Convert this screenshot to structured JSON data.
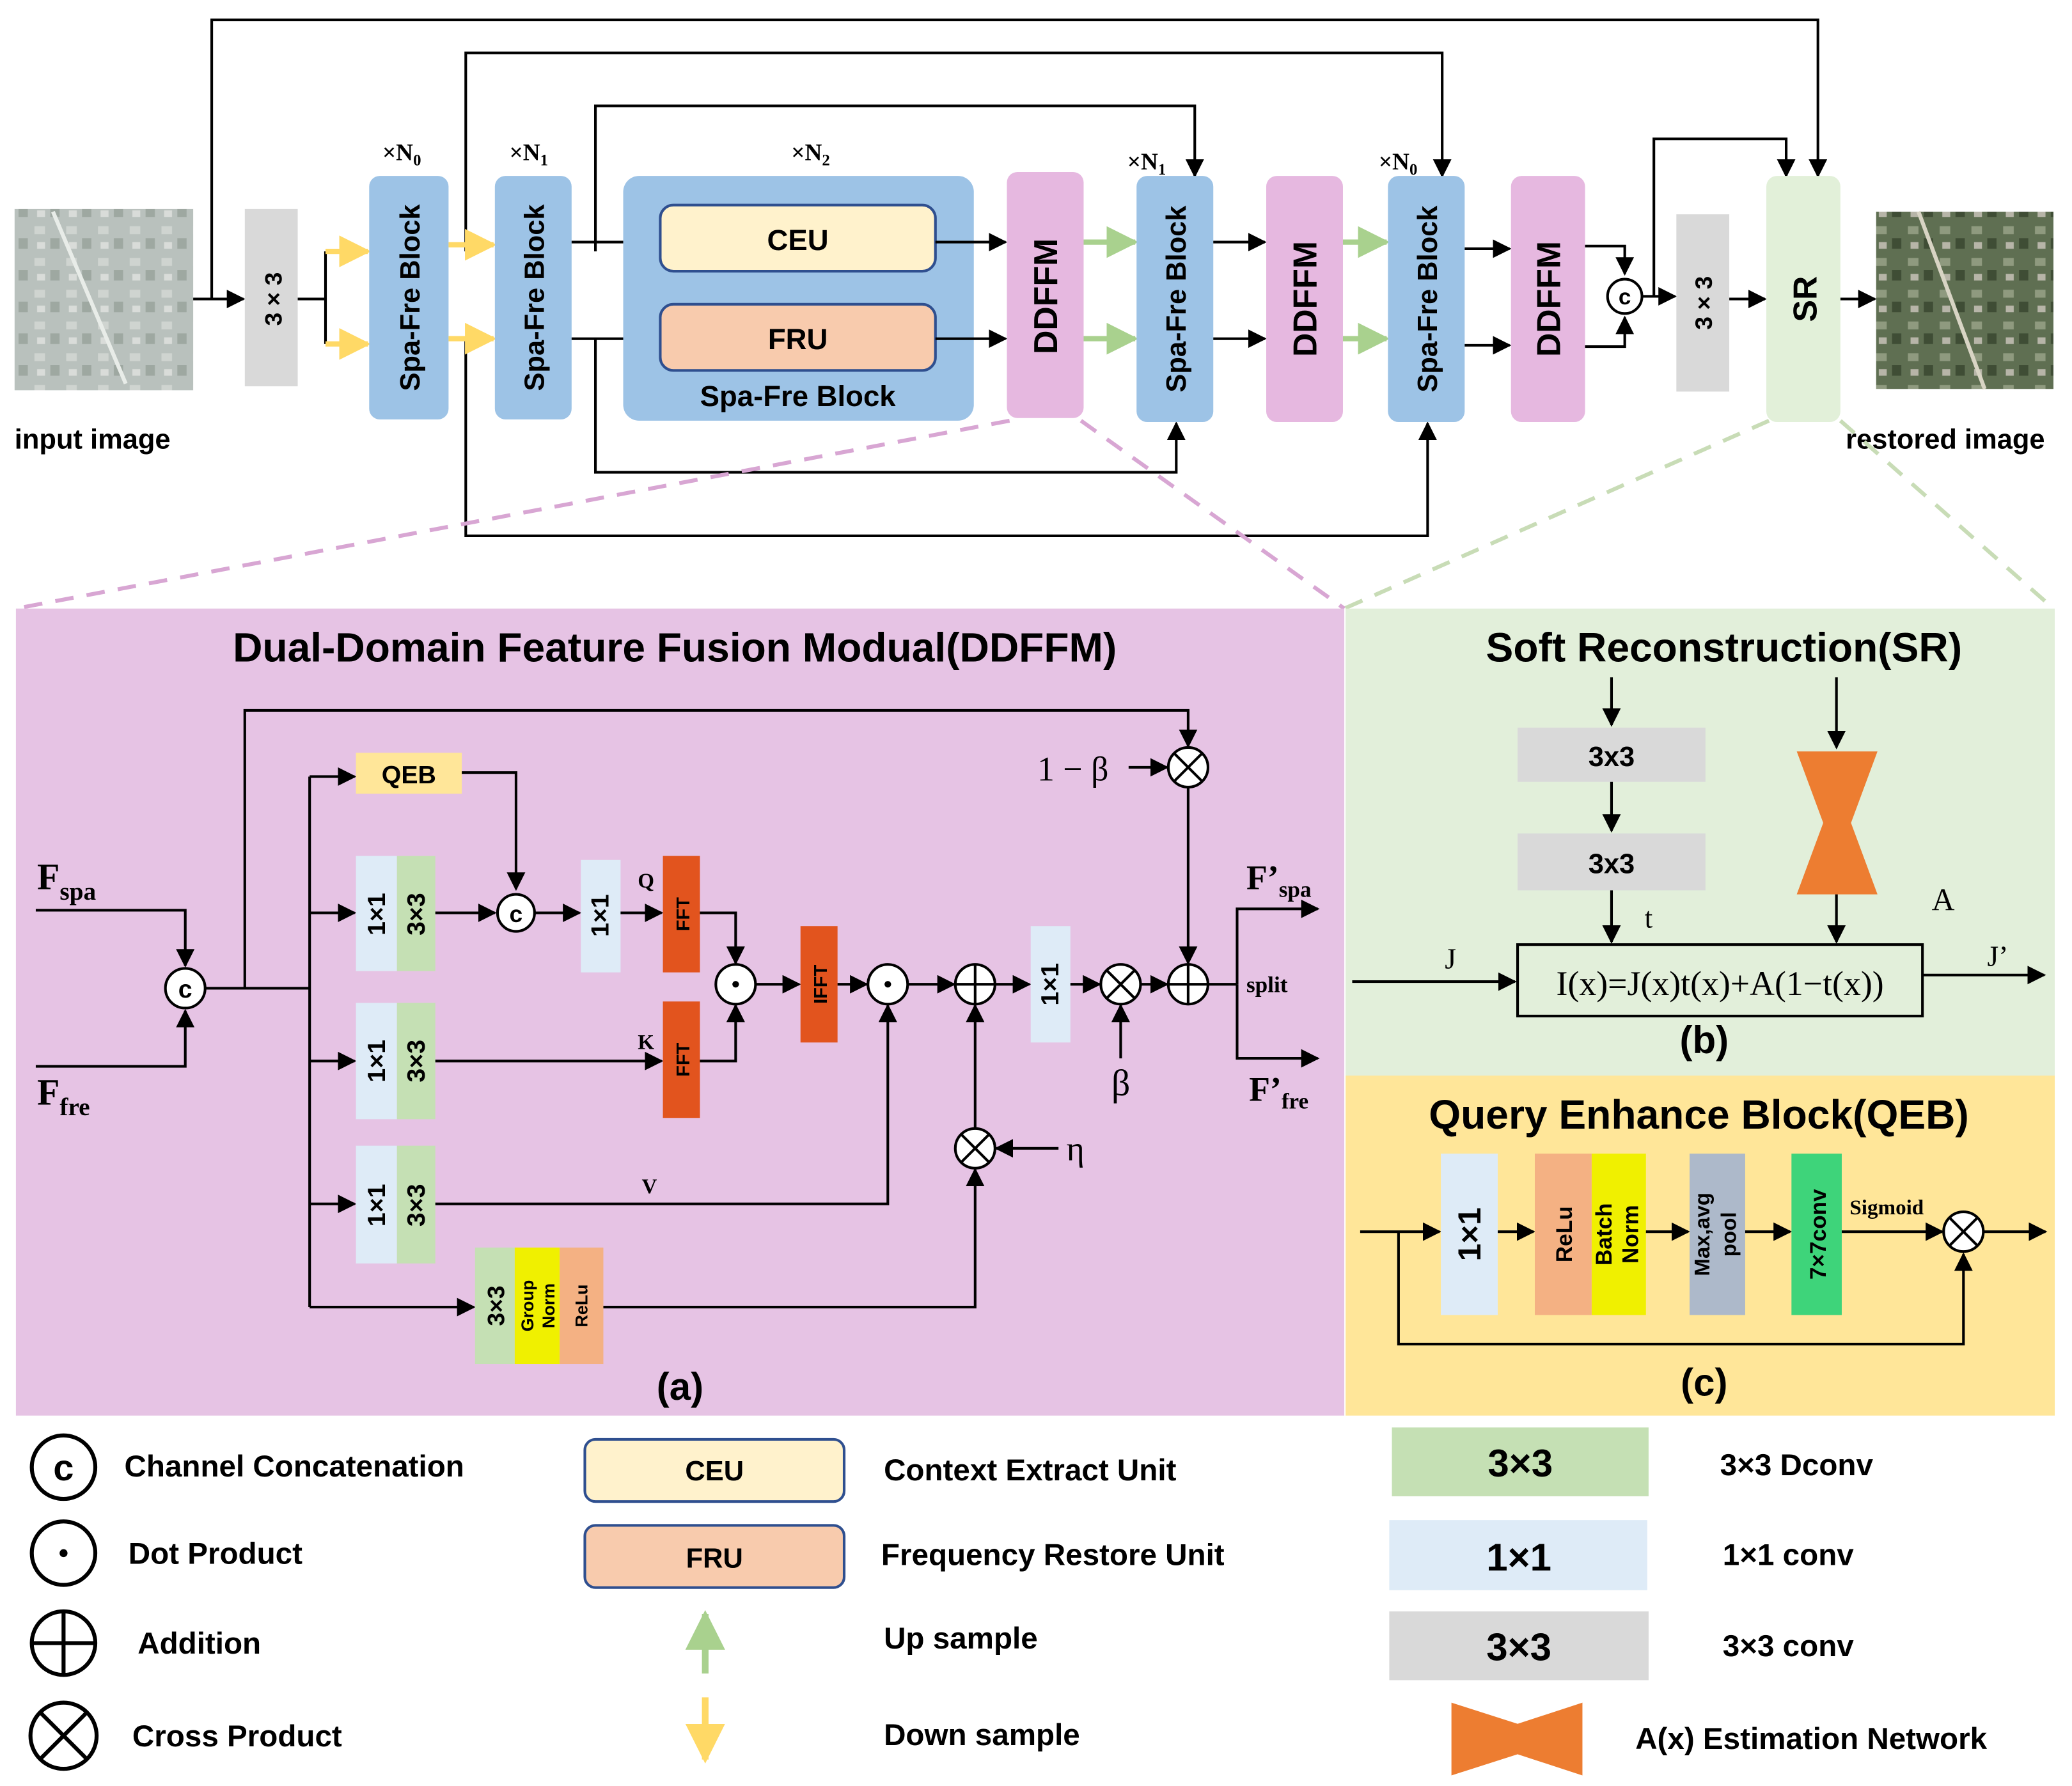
{
  "top": {
    "input_label": "input image",
    "output_label": "restored image",
    "conv3x3": "3 × 3",
    "spa_fre_block": "Spa-Fre Block",
    "ceu": "CEU",
    "fru": "FRU",
    "spa_fre_block_label": "Spa-Fre Block",
    "ddffm": "DDFFM",
    "sr": "SR",
    "rep_n0": "×N",
    "rep_n0_sub": "0",
    "rep_n1": "×N",
    "rep_n1_sub": "1",
    "rep_n2": "×N",
    "rep_n2_sub": "2",
    "concat_symbol": "c"
  },
  "ddffm_panel": {
    "title": "Dual-Domain Feature Fusion Modual(DDFFM)",
    "caption": "(a)",
    "f_spa": "F",
    "f_spa_sub": "spa",
    "f_fre": "F",
    "f_fre_sub": "fre",
    "f_spa_out": "F’",
    "f_spa_out_sub": "spa",
    "f_fre_out": "F’",
    "f_fre_out_sub": "fre",
    "qeb": "QEB",
    "conv1x1": "1×1",
    "conv3x3": "3×3",
    "fft": "FFT",
    "ifft": "IFFT",
    "q": "Q",
    "k": "K",
    "v": "V",
    "one_minus_beta": "1 − β",
    "beta": "β",
    "eta": "η",
    "split": "split",
    "group_norm": "Group Norm",
    "relu": "ReLu",
    "conv3x3_b": "3×3"
  },
  "sr_panel": {
    "title": "Soft Reconstruction(SR)",
    "caption": "(b)",
    "conv_a": "3x3",
    "conv_b": "3x3",
    "t": "t",
    "a": "A",
    "j": "J",
    "j_out": "J’",
    "formula": "I(x)=J(x)t(x)+A(1−t(x))"
  },
  "qeb_panel": {
    "title": "Query Enhance Block(QEB)",
    "caption": "(c)",
    "conv1x1": "1×1",
    "relu": "ReLu",
    "batch_norm": "Batch Norm",
    "pool": "Max,avg pool",
    "conv7x7": "7×7conv",
    "sigmoid": "Sigmoid"
  },
  "legend": {
    "concat": "Channel Concatenation",
    "dot": "Dot Product",
    "add": "Addition",
    "cross": "Cross Product",
    "ceu_box": "CEU",
    "ceu": "Context Extract Unit",
    "fru_box": "FRU",
    "fru": "Frequency Restore Unit",
    "up": "Up sample",
    "down": "Down sample",
    "dconv_box": "3×3",
    "dconv": "3×3 Dconv",
    "conv1_box": "1×1",
    "conv1": "1×1 conv",
    "conv3_box": "3×3",
    "conv3": "3×3 conv",
    "anet": "A(x) Estimation Network",
    "concat_symbol": "c"
  },
  "colors": {
    "spafre_blue": "#9dc3e6",
    "ddffm_pink": "#e6b8e0",
    "ceu_yellow": "#fff2cc",
    "fru_orange": "#f8cbad",
    "gray_conv": "#d9d9d9",
    "sr_green": "#e2f0d9",
    "panel_pink": "#e6c3e4",
    "panel_green": "#e2efda",
    "panel_yellow": "#ffe699",
    "fft_red": "#e2541e",
    "dconv_green": "#c5e0b4",
    "conv1_blue": "#deebf7",
    "anet_orange": "#ed7d31",
    "up_arrow": "#a9d18e",
    "down_arrow": "#ffd966"
  }
}
